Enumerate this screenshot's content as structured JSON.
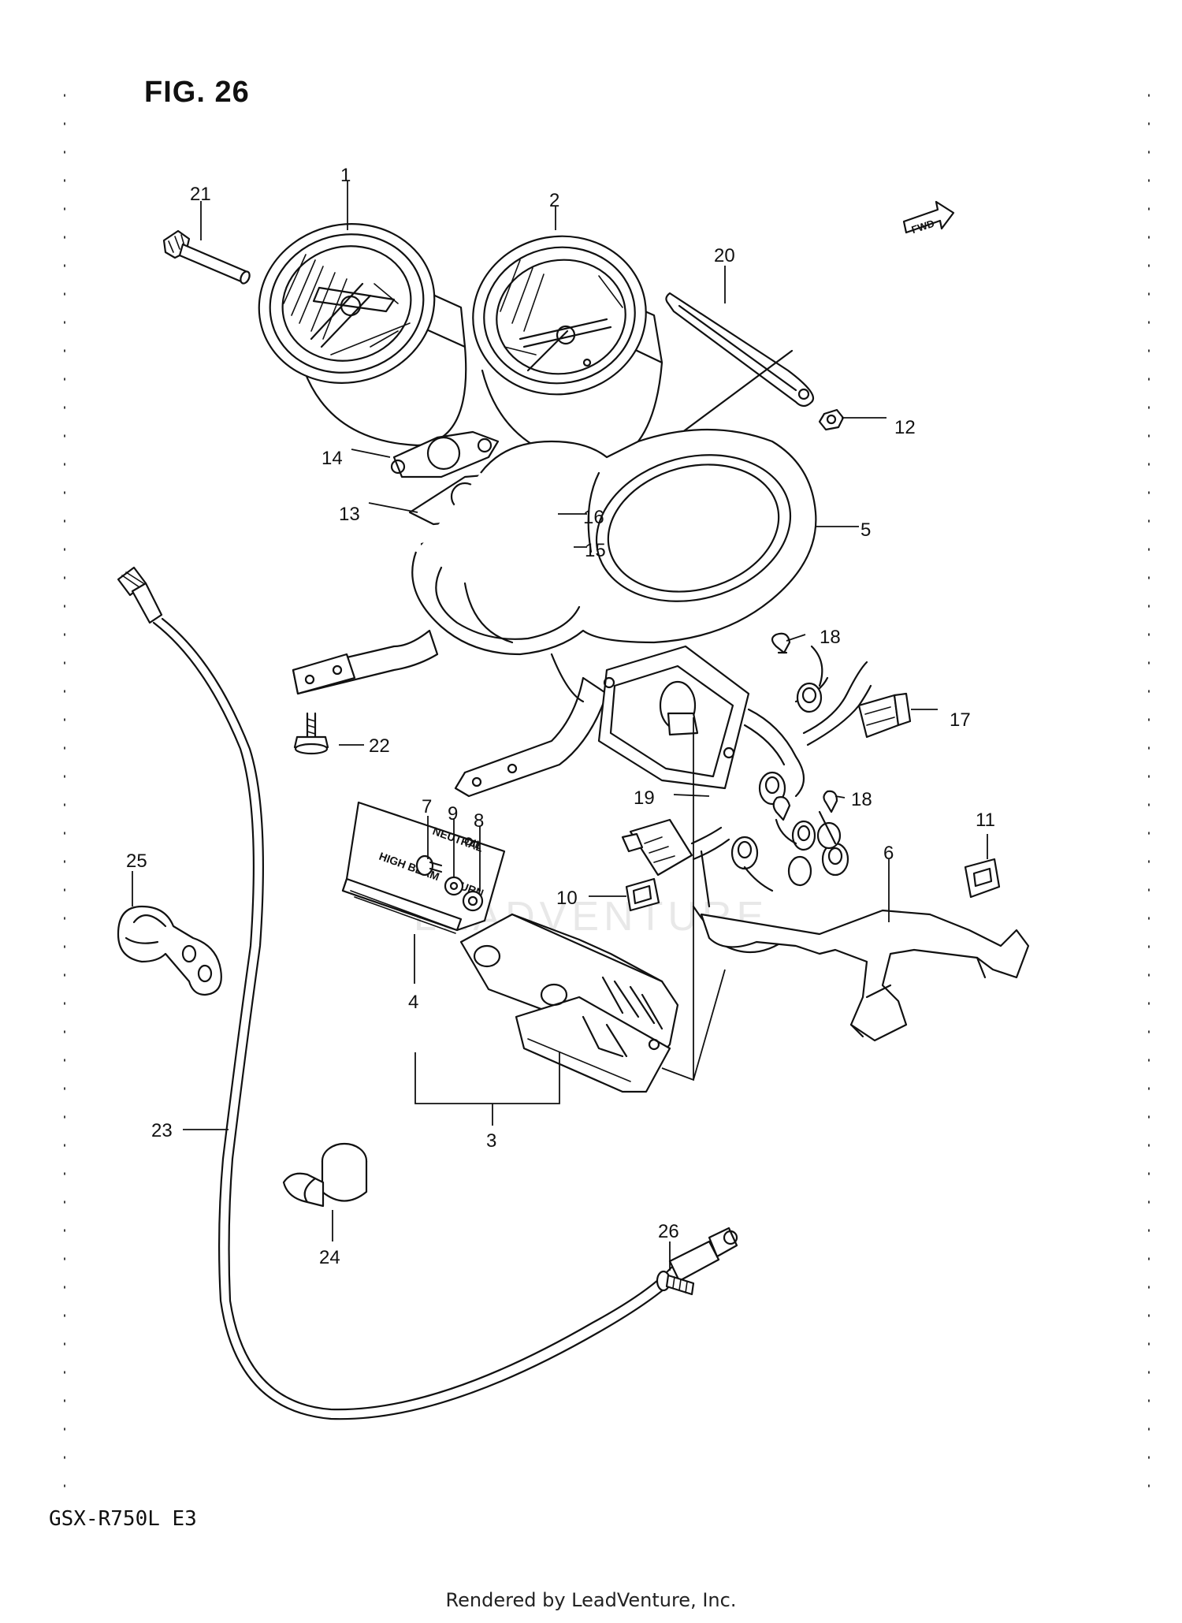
{
  "figure": {
    "title": "FIG. 26",
    "model": "GSX-R750L  E3",
    "footer": "Rendered by LeadVenture, Inc.",
    "watermark": "LEADVENTURE",
    "fwd_arrow": "FWD"
  },
  "callouts": {
    "c1": "1",
    "c2": "2",
    "c3": "3",
    "c4": "4",
    "c5": "5",
    "c6": "6",
    "c7": "7",
    "c8": "8",
    "c9": "9",
    "c10": "10",
    "c11": "11",
    "c12": "12",
    "c13": "13",
    "c14": "14",
    "c15": "15",
    "c16": "16",
    "c17": "17",
    "c18a": "18",
    "c18b": "18",
    "c19": "19",
    "c20": "20",
    "c21": "21",
    "c22": "22",
    "c23": "23",
    "c24": "24",
    "c25": "25",
    "c26": "26"
  },
  "indicator_panel_labels": {
    "neutral": "NEUTRAL",
    "oil": "OIL",
    "high_beam": "HIGH BEAM",
    "turn": "TURN"
  }
}
